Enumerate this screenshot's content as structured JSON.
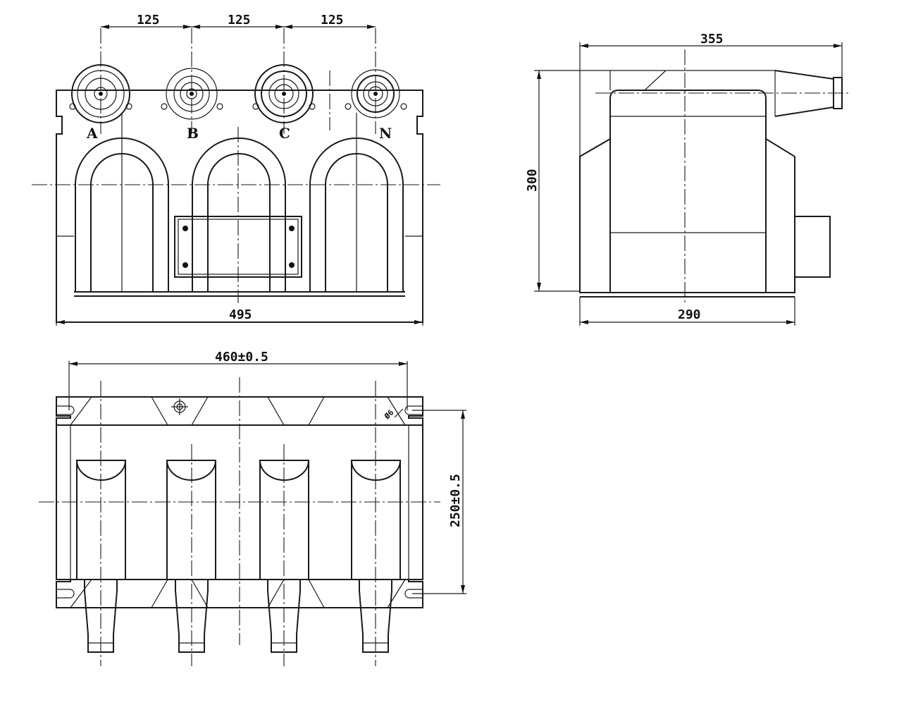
{
  "front_view": {
    "pitch_dims": [
      "125",
      "125",
      "125"
    ],
    "phase_labels": [
      "A",
      "B",
      "C",
      "N"
    ],
    "width_dim": "495"
  },
  "side_view": {
    "top_dim": "355",
    "height_dim": "300",
    "bottom_dim": "290"
  },
  "bottom_view": {
    "mount_width_dim": "460±0.5",
    "mount_height_dim": "250±0.5",
    "hole_note": "Ø6"
  },
  "colors": {
    "line": "#1a1a1a",
    "background": "#ffffff"
  }
}
